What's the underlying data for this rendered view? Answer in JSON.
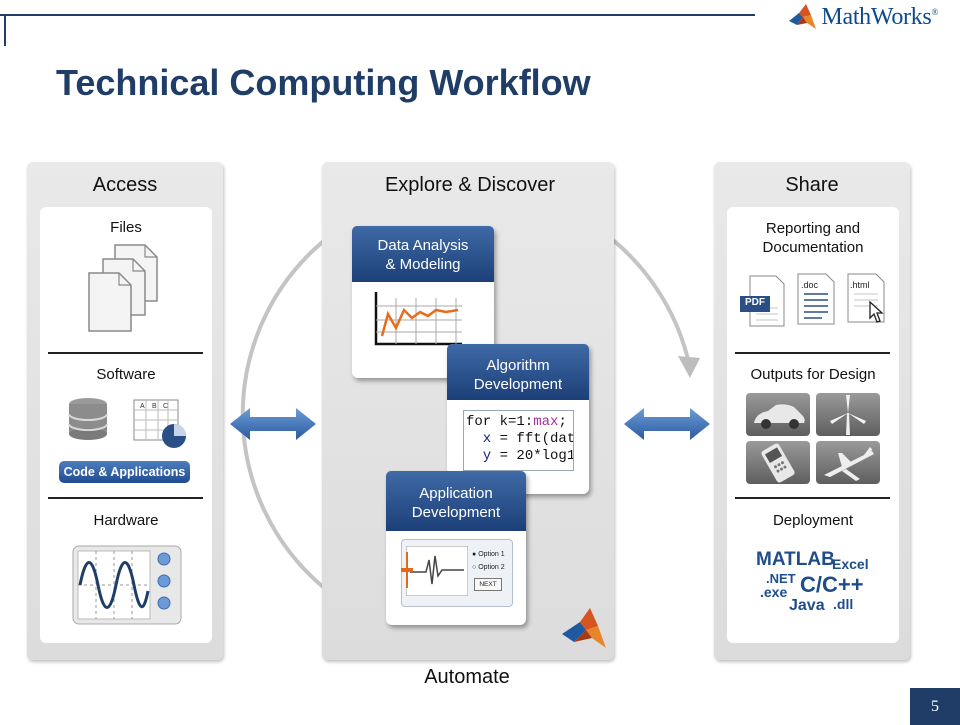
{
  "brand": {
    "name": "MathWorks",
    "reg": "®",
    "logo_icon": "membrane-logo"
  },
  "title": "Technical Computing Workflow",
  "panels": {
    "access": {
      "title": "Access",
      "sections": {
        "files": "Files",
        "software": "Software",
        "hardware": "Hardware"
      },
      "badge": "Code & Applications",
      "icons": [
        "documents-icon",
        "database-icon",
        "spreadsheet-icon",
        "oscilloscope-icon"
      ]
    },
    "explore": {
      "title": "Explore & Discover",
      "cards": {
        "analysis": {
          "line1": "Data Analysis",
          "line2": "& Modeling"
        },
        "algorithm": {
          "line1": "Algorithm",
          "line2": "Development"
        },
        "app": {
          "line1": "Application",
          "line2": "Development"
        }
      },
      "code": {
        "line1_a": "for k=1:",
        "line1_b": "max",
        "line1_c": ";",
        "line2_a": "  x",
        "line2_b": " = fft(dat",
        "line3_a": "  y",
        "line3_b": " = 20*log1"
      },
      "app_ui": {
        "option1": "Option 1",
        "option2": "Option 2",
        "next": "NEXT"
      }
    },
    "share": {
      "title": "Share",
      "sections": {
        "reporting_line1": "Reporting and",
        "reporting_line2": "Documentation",
        "outputs": "Outputs for Design",
        "deployment": "Deployment"
      },
      "doc_labels": {
        "pdf": "PDF",
        "doc": ".doc",
        "html": ".html"
      },
      "deploy_targets": {
        "matlab": "MATLAB",
        "excel": "Excel",
        "net": ".NET",
        "exe": ".exe",
        "cpp": "C/C++",
        "java": "Java",
        "dll": ".dll"
      }
    }
  },
  "footer": {
    "automate": "Automate",
    "page_number": "5"
  },
  "colors": {
    "navy": "#1f3d66",
    "blue": "#2b5b9e",
    "arrow": "#3b6fb1",
    "panel": "#e2e2e2"
  }
}
